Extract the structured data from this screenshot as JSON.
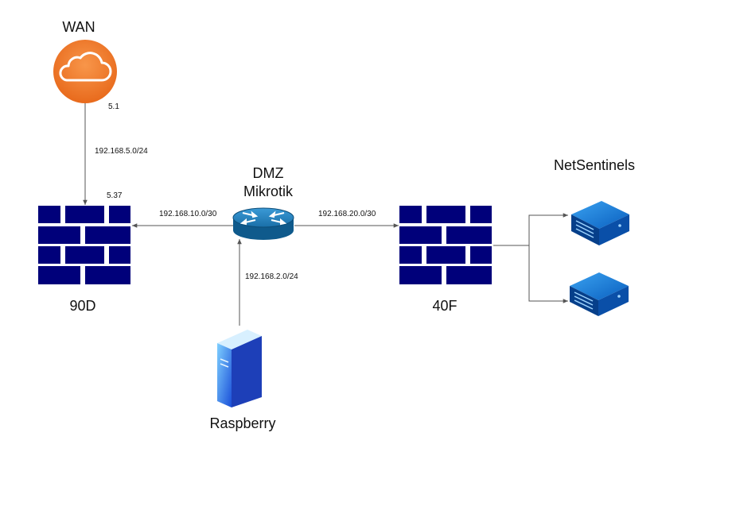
{
  "nodes": {
    "wan": {
      "label": "WAN",
      "icon": "cloud-icon"
    },
    "fw_90d": {
      "label": "90D",
      "icon": "firewall-icon"
    },
    "dmz": {
      "label_line1": "DMZ",
      "label_line2": "Mikrotik",
      "icon": "router-icon"
    },
    "fw_40f": {
      "label": "40F",
      "icon": "firewall-icon"
    },
    "netsentinels": {
      "label": "NetSentinels",
      "icon": "server-icon"
    },
    "raspberry": {
      "label": "Raspberry",
      "icon": "tower-server-icon"
    }
  },
  "links": {
    "wan_side_ip": "5.1",
    "wan_subnet": "192.168.5.0/24",
    "fw90d_side_ip": "5.37",
    "subnet_90d_dmz": "192.168.10.0/30",
    "subnet_dmz_40f": "192.168.20.0/30",
    "subnet_dmz_raspberry": "192.168.2.0/24"
  },
  "colors": {
    "firewall": "#00007a",
    "cloud": "#f47e2b",
    "router": "#1a6fa8",
    "server": "#0a5fbf",
    "wire": "#555555"
  }
}
